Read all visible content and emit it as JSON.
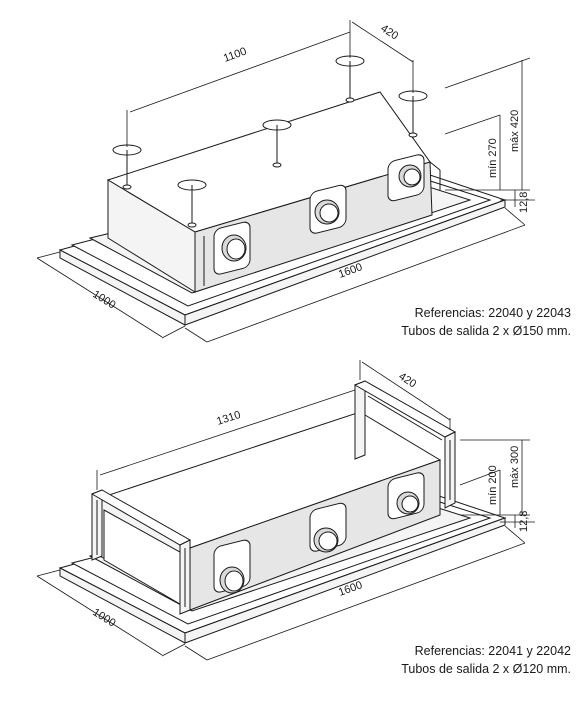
{
  "diagram_top": {
    "dims": {
      "length_top": "1100",
      "depth_top": "420",
      "height_min": "mín 270",
      "height_max": "máx 420",
      "thickness": "12,8",
      "length_base": "1600",
      "width_base": "1000"
    },
    "ref_line1": "Referencias: 22040 y 22043",
    "ref_line2": "Tubos de salida 2 x Ø150 mm."
  },
  "diagram_bottom": {
    "dims": {
      "length_top": "1310",
      "depth_top": "420",
      "height_min": "mín 200",
      "height_max": "máx 300",
      "thickness": "12,8",
      "length_base": "1600",
      "width_base": "1000"
    },
    "ref_line1": "Referencias: 22041 y 22042",
    "ref_line2": "Tubos de salida 2 x Ø120 mm."
  }
}
